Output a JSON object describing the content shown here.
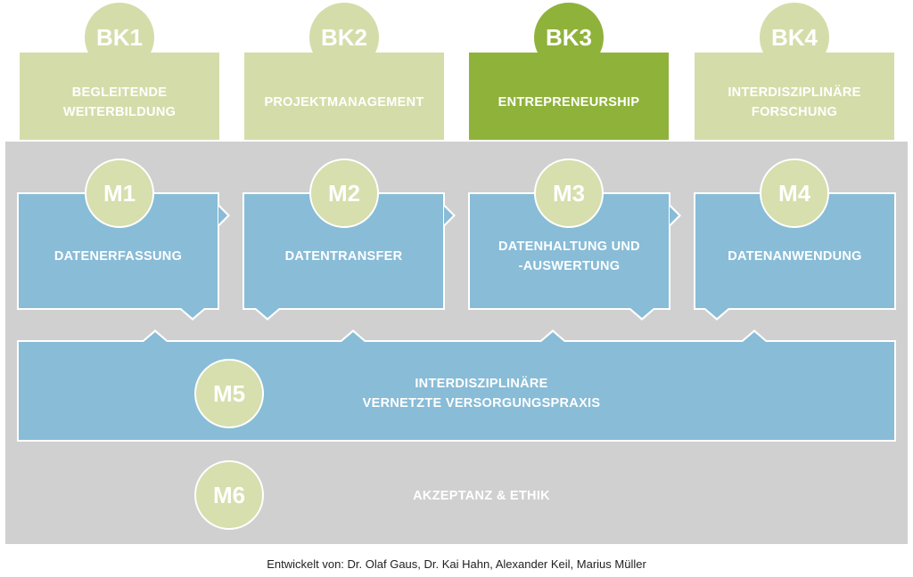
{
  "bk": [
    {
      "code": "BK1",
      "label": "BEGLEITENDE\nWEITERBILDUNG",
      "active": false
    },
    {
      "code": "BK2",
      "label": "PROJEKTMANAGEMENT",
      "active": false
    },
    {
      "code": "BK3",
      "label": "ENTREPRENEURSHIP",
      "active": true
    },
    {
      "code": "BK4",
      "label": "INTERDISZIPLINÄRE\nFORSCHUNG",
      "active": false
    }
  ],
  "modules": [
    {
      "code": "M1",
      "label": "DATENERFASSUNG"
    },
    {
      "code": "M2",
      "label": "DATENTRANSFER"
    },
    {
      "code": "M3",
      "label": "DATENHALTUNG UND\n-AUSWERTUNG"
    },
    {
      "code": "M4",
      "label": "DATENANWENDUNG"
    }
  ],
  "m5": {
    "code": "M5",
    "label": "INTERDISZIPLINÄRE\nVERNETZTE VERSORGUNGSPRAXIS"
  },
  "m6": {
    "code": "M6",
    "label": "AKZEPTANZ & ETHIK"
  },
  "footer": "Entwickelt von: Dr. Olaf Gaus, Dr. Kai Hahn, Alexander Keil, Marius Müller",
  "colors": {
    "bk_light": "#d4ddaa",
    "bk_active": "#8fb23b",
    "module_blue": "#88bcd7",
    "panel_gray": "#d0d0d0",
    "circle_green": "#d6dfad"
  }
}
